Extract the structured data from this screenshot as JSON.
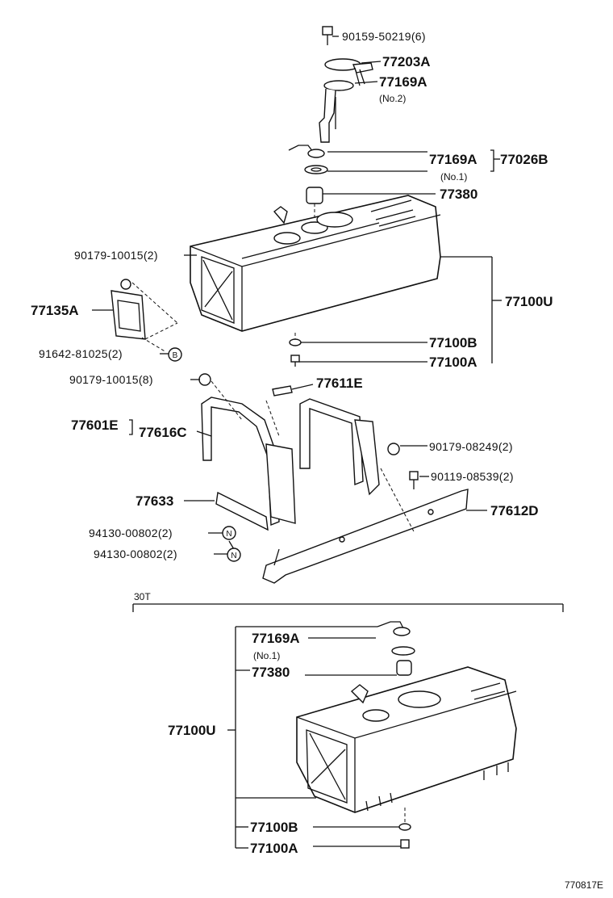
{
  "parts": {
    "p90159_50219": "90159-50219(6)",
    "p77203A": "77203A",
    "p77169A_top": "77169A",
    "no2": "(No.2)",
    "p77169A_mid": "77169A",
    "p77026B": "77026B",
    "no1_top": "(No.1)",
    "p77380_top": "77380",
    "p90179_10015_a": "90179-10015(2)",
    "p77135A": "77135A",
    "p77100U_top": "77100U",
    "p77100B_top": "77100B",
    "p77100A_top": "77100A",
    "p91642_81025": "91642-81025(2)",
    "p90179_10015_b": "90179-10015(8)",
    "p77611E": "77611E",
    "p77601E": "77601E",
    "p77616C": "77616C",
    "p90179_08249": "90179-08249(2)",
    "p90119_08539": "90119-08539(2)",
    "p77633": "77633",
    "p77612D": "77612D",
    "p94130_a": "94130-00802(2)",
    "p94130_b": "94130-00802(2)",
    "variant_30T": "30T",
    "p77169A_bot": "77169A",
    "no1_bot": "(No.1)",
    "p77380_bot": "77380",
    "p77100U_bot": "77100U",
    "p77100B_bot": "77100B",
    "p77100A_bot": "77100A"
  },
  "circle_marks": {
    "b": "B",
    "n1": "N",
    "n2": "N"
  },
  "figure_ref": "770817E"
}
